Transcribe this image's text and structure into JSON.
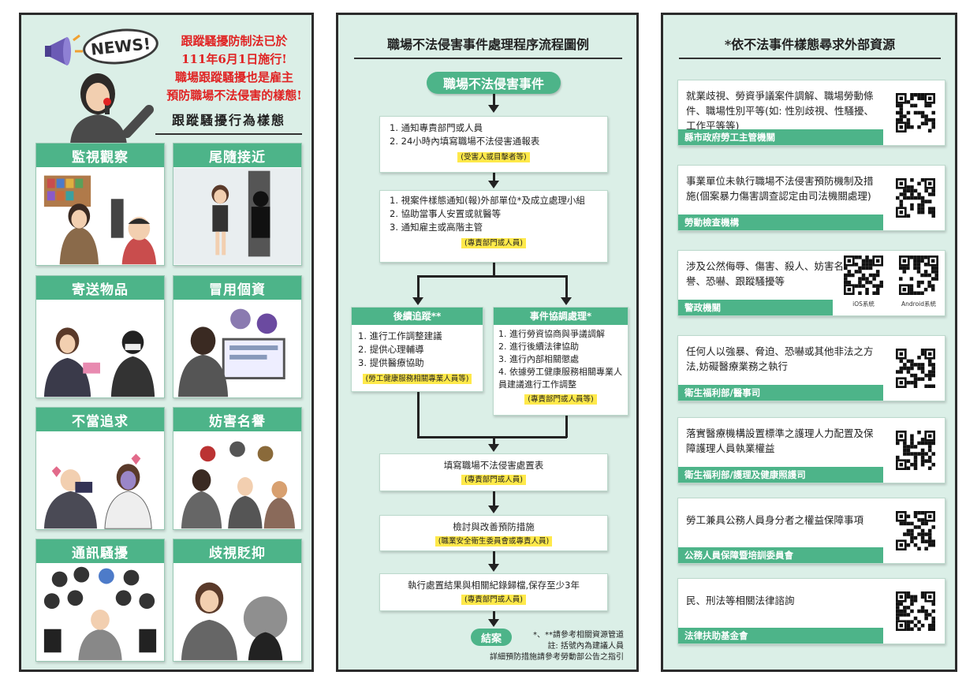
{
  "left": {
    "news_badge": "NEWS!",
    "news_lines": [
      "跟蹤騷擾防制法已於",
      "111年6月1日施行!",
      "職場跟蹤騷擾也是雇主",
      "預防職場不法侵害的樣態!"
    ],
    "heading": "跟蹤騷擾行為樣態",
    "cards": [
      {
        "title": "監視觀察"
      },
      {
        "title": "尾隨接近"
      },
      {
        "title": "寄送物品"
      },
      {
        "title": "冒用個資"
      },
      {
        "title": "不當追求"
      },
      {
        "title": "妨害名譽"
      },
      {
        "title": "通訊騷擾"
      },
      {
        "title": "歧視貶抑"
      }
    ]
  },
  "mid": {
    "title": "職場不法侵害事件處理程序流程圖例",
    "event": "職場不法侵害事件",
    "step1": {
      "items": [
        "1. 通知專責部門或人員",
        "2. 24小時內填寫職場不法侵害通報表"
      ],
      "note": "(受害人或目擊者等)"
    },
    "step2": {
      "items": [
        "1. 視案件樣態通知(報)外部單位*及成立處理小組",
        "2. 協助當事人安置或就醫等",
        "3. 通知雇主或高階主管"
      ],
      "note": "(專責部門或人員)"
    },
    "branch_left": {
      "head": "後續追蹤**",
      "items": [
        "1. 進行工作調整建議",
        "2. 提供心理輔導",
        "3. 提供醫療協助"
      ],
      "note": "(勞工健康服務相關專業人員等)"
    },
    "branch_right": {
      "head": "事件協調處理*",
      "items": [
        "1. 進行勞資協商與爭議調解",
        "2. 進行後續法律協助",
        "3. 進行內部相關懲處",
        "4. 依據勞工健康服務相關專業人員建議進行工作調整"
      ],
      "note": "(專責部門或人員等)"
    },
    "step3": {
      "text": "填寫職場不法侵害處置表",
      "note": "(專責部門或人員)"
    },
    "step4": {
      "text": "檢討與改善預防措施",
      "note": "(職業安全衛生委員會或專責人員)"
    },
    "step5": {
      "text": "執行處置結果與相關紀錄歸檔,保存至少3年",
      "note": "(專責部門或人員)"
    },
    "end": "結案",
    "notes": [
      "*、**請參考相關資源管道",
      "註: 括號內為建議人員",
      "詳細預防措施請參考勞動部公告之指引"
    ]
  },
  "right": {
    "title": "*依不法事件樣態尋求外部資源",
    "resources": [
      {
        "text": "就業歧視、勞資爭議案件調解、職場勞動條件、職場性別平等(如: 性別歧視、性騷擾、工作平等等)",
        "org": "縣市政府勞工主管機關"
      },
      {
        "text": "事業單位未執行職場不法侵害預防機制及措施(個案暴力傷害調查認定由司法機關處理)",
        "org": "勞動檢查機構"
      },
      {
        "text": "涉及公然侮辱、傷害、殺人、妨害名譽、恐嚇、跟蹤騷擾等",
        "org": "警政機關",
        "qr_labels": [
          "iOS系統",
          "Android系統"
        ]
      },
      {
        "text": "任何人以強暴、脅迫、恐嚇或其他非法之方法,妨礙醫療業務之執行",
        "org": "衛生福利部/醫事司"
      },
      {
        "text": "落實醫療機構設置標準之護理人力配置及保障護理人員執業權益",
        "org": "衛生福利部/護理及健康照護司"
      },
      {
        "text": "勞工兼具公務人員身分者之權益保障事項",
        "org": "公務人員保障暨培訓委員會"
      },
      {
        "text": "民、刑法等相關法律諮詢",
        "org": "法律扶助基金會"
      }
    ]
  },
  "colors": {
    "accent_green": "#4db489",
    "panel_bg": "#dbefe7",
    "news_red": "#e02424",
    "highlight_yellow": "#ffe94a"
  }
}
